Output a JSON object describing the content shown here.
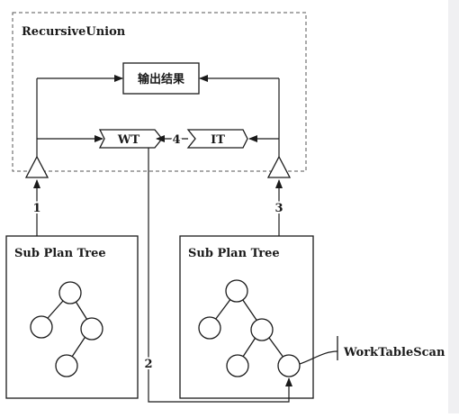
{
  "diagram": {
    "container_label": "RecursiveUnion",
    "output_label": "输出结果",
    "wt_label": "WT",
    "it_label": "IT",
    "left_subtree_label": "Sub Plan Tree",
    "right_subtree_label": "Sub Plan Tree",
    "worktablescan_label": "WorkTableScan",
    "step_1": "1",
    "step_2": "2",
    "step_3": "3",
    "step_4": "4"
  },
  "colors": {
    "line": "#1a1a1a",
    "background": "#ffffff",
    "dashed_border": "#555555"
  }
}
